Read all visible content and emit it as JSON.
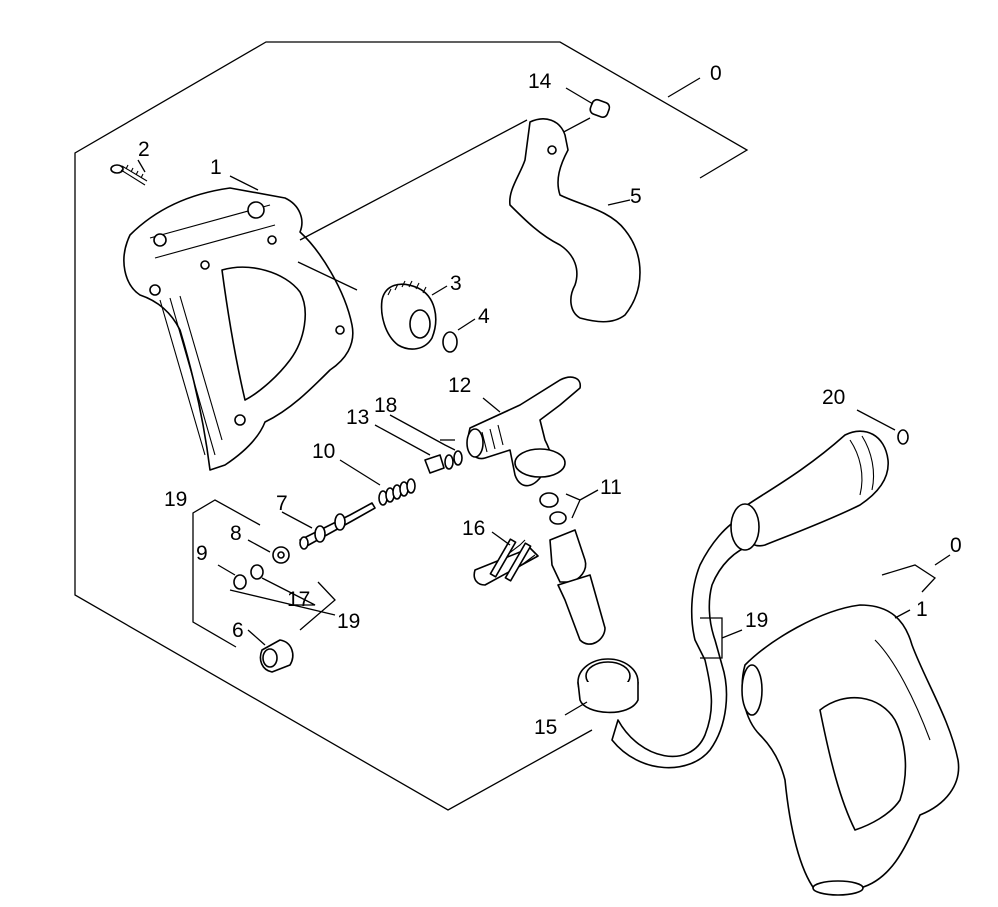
{
  "labels": {
    "p0_top": "0",
    "p1_housing": "1",
    "p2_screw": "2",
    "p3_nut": "3",
    "p4_oring": "4",
    "p5_trigger": "5",
    "p6_plug": "6",
    "p7_pin": "7",
    "p8_washer": "8",
    "p9_ring": "9",
    "p10_spring": "10",
    "p11_seal": "11",
    "p12_nozzle": "12",
    "p13_clip": "13",
    "p14_pin": "14",
    "p15_cap": "15",
    "p16_clamp": "16",
    "p17_ring": "17",
    "p18_ring": "18",
    "p19_left_top": "19",
    "p19_left_bottom": "19",
    "p19_right": "19",
    "p20_oring": "20",
    "p0_right": "0",
    "p1_right": "1"
  }
}
